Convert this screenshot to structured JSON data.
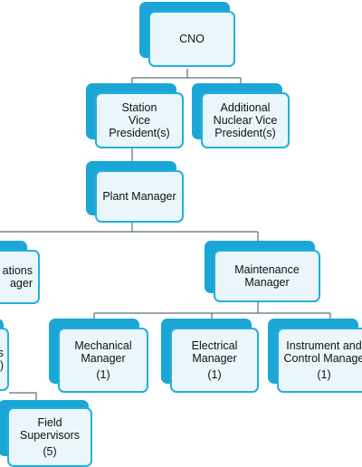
{
  "colors": {
    "tab": "#1ba6d6",
    "border": "#22b0e0",
    "fill": "#ebf6fb",
    "line": "#5a6f7a"
  },
  "nodes": {
    "cno": {
      "lines": [
        "CNO"
      ]
    },
    "station_vp": {
      "lines": [
        "Station",
        "Vice",
        "President(s)"
      ]
    },
    "additional_vp": {
      "lines": [
        "Additional",
        "Nuclear Vice",
        "President(s)"
      ]
    },
    "plant_manager": {
      "lines": [
        "Plant Manager"
      ]
    },
    "operations_manager": {
      "lines": [
        "ations",
        "ager"
      ]
    },
    "maintenance_manager": {
      "lines": [
        "Maintenance",
        "Manager"
      ]
    },
    "shift_managers": {
      "lines": [
        "nagers",
        ")"
      ]
    },
    "mechanical_manager": {
      "lines": [
        "Mechanical",
        "Manager",
        "(1)"
      ]
    },
    "electrical_manager": {
      "lines": [
        "Electrical",
        "Manager",
        "(1)"
      ]
    },
    "instrument_control_manager": {
      "lines": [
        "Instrument and",
        "Control Manage",
        "(1)"
      ]
    },
    "field_supervisors": {
      "lines": [
        "Field",
        "Supervisors",
        "(5)"
      ]
    }
  }
}
